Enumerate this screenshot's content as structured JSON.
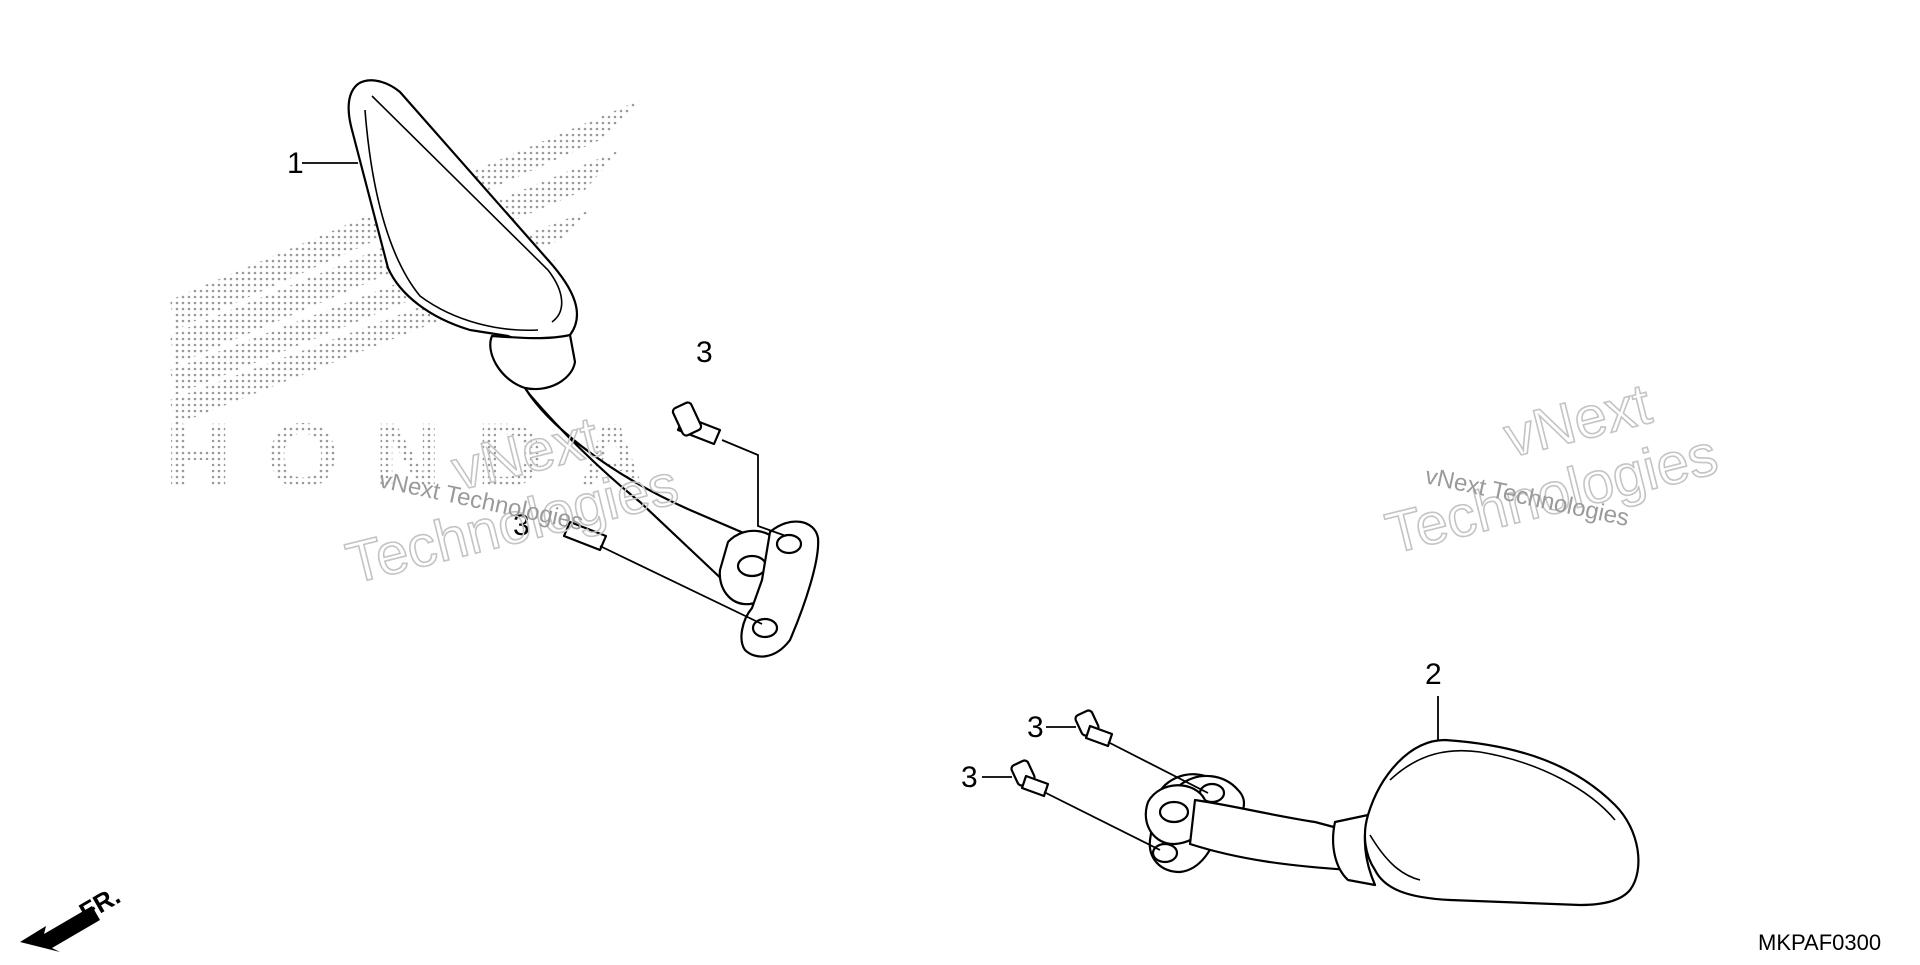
{
  "diagram": {
    "callouts": [
      "1",
      "2",
      "3",
      "3",
      "3",
      "3"
    ],
    "front_indicator": "FR.",
    "drawing_code": "MKPAF0300",
    "watermarks": [
      {
        "line1": "vNext",
        "line2": "Technologies"
      },
      {
        "line1": "vNext",
        "line2": "Technologies"
      }
    ],
    "watermark_captions": [
      "vNext Technologies",
      "vNext Technologies"
    ],
    "logo_text": "HONDA"
  },
  "colors": {
    "line": "#000000",
    "background": "#ffffff",
    "watermark": "#c4c4c4",
    "logo_dots": "#9a9a9a"
  }
}
